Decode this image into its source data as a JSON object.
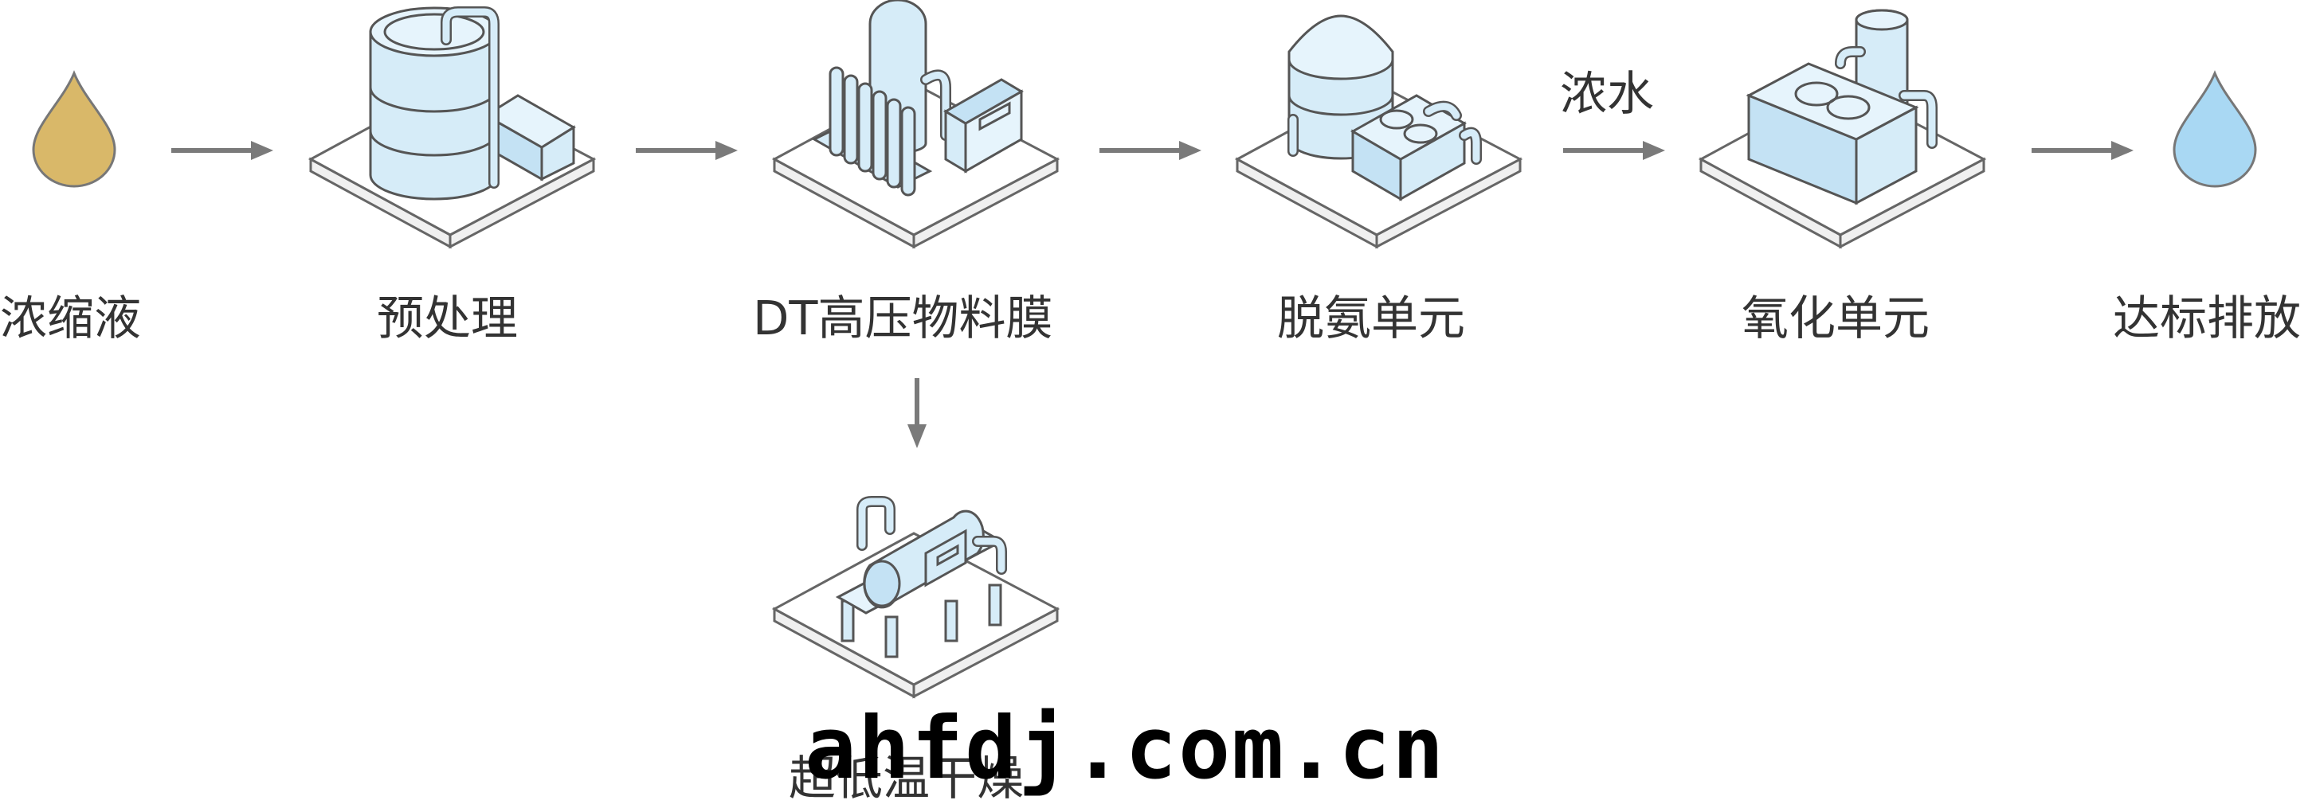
{
  "steps": [
    {
      "id": "concentrate",
      "label": "浓缩液"
    },
    {
      "id": "pretreatment",
      "label": "预处理"
    },
    {
      "id": "dt-membrane",
      "label": "DT高压物料膜"
    },
    {
      "id": "deammonia",
      "label": "脱氨单元"
    },
    {
      "id": "oxidation",
      "label": "氧化单元"
    },
    {
      "id": "discharge",
      "label": "达标排放"
    },
    {
      "id": "ultra-low-temp-drying",
      "label": "超低温干燥"
    }
  ],
  "edge_labels": {
    "deammonia_to_oxidation": "浓水"
  },
  "watermark": "ahfdj.com.cn",
  "colors": {
    "concentrate_drop": "#d9b869",
    "discharge_drop": "#a9d8f3",
    "equipment_fill": "#d6ecf8",
    "arrow": "#7a7a7a"
  }
}
